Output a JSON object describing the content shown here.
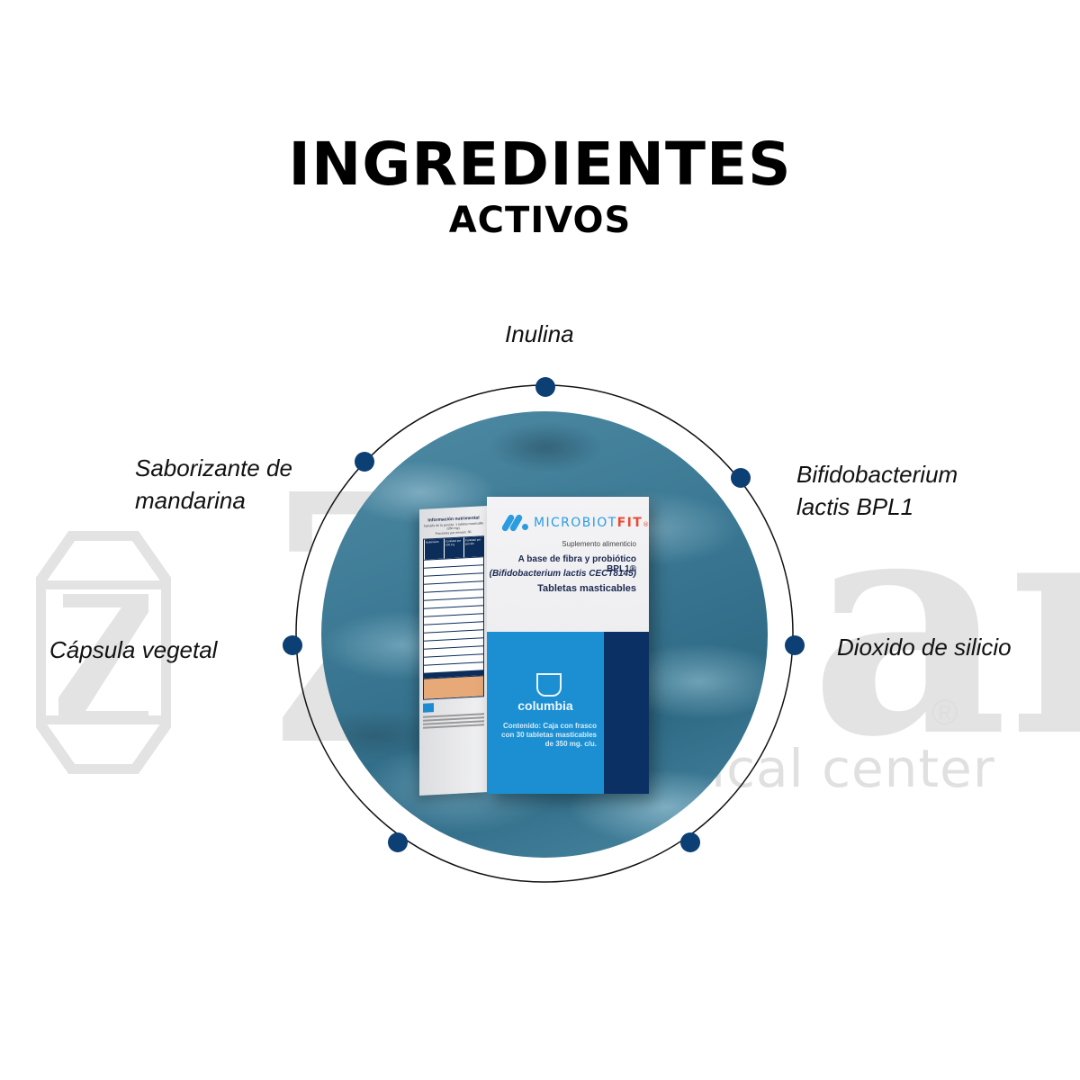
{
  "header": {
    "title": "INGREDIENTES",
    "subtitle": "ACTIVOS"
  },
  "ingredients": [
    {
      "id": "inulina",
      "label": "Inulina"
    },
    {
      "id": "saborizante",
      "label_line1": "Saborizante de",
      "label_line2": "mandarina"
    },
    {
      "id": "bifidobacterium",
      "label_line1": "Bifidobacterium",
      "label_line2": "lactis BPL1"
    },
    {
      "id": "capsula",
      "label": "Cápsula vegetal"
    },
    {
      "id": "dioxido",
      "label": "Dioxido de silicio"
    }
  ],
  "colors": {
    "dot": "#0c3f73",
    "ring": "#111111",
    "brand_blue": "#2b9ce0",
    "brand_red": "#e94b35",
    "box_blue": "#1b8fd2",
    "box_navy": "#0b3064"
  },
  "product": {
    "brand_main": "MICROBIOT",
    "brand_accent": "FIT",
    "brand_reg": "®",
    "supplement": "Suplemento alimenticio",
    "base_line": "A base de fibra y probiótico BPL1®",
    "strain_line": "(Bifidobacterium lactis CECT8145)",
    "form_line": "Tabletas masticables",
    "manufacturer": "columbia",
    "contents_line1": "Contenido: Caja con frasco",
    "contents_line2": "con 30 tabletas masticables",
    "contents_line3": "de 350 mg. c/u.",
    "side_title": "Información nutrimental",
    "side_serving": "Tamaño de la porción: 1 tableta masticable (350 mg).",
    "side_portions": "Porciones por envase: 30.",
    "side_col1": "Nutrimento",
    "side_col2": "Cantidad por 100.0 g",
    "side_col3": "Cantidad por porción"
  },
  "watermark": {
    "letters": "Z",
    "letters2": "ar",
    "reg": "®",
    "text": "ical center"
  }
}
